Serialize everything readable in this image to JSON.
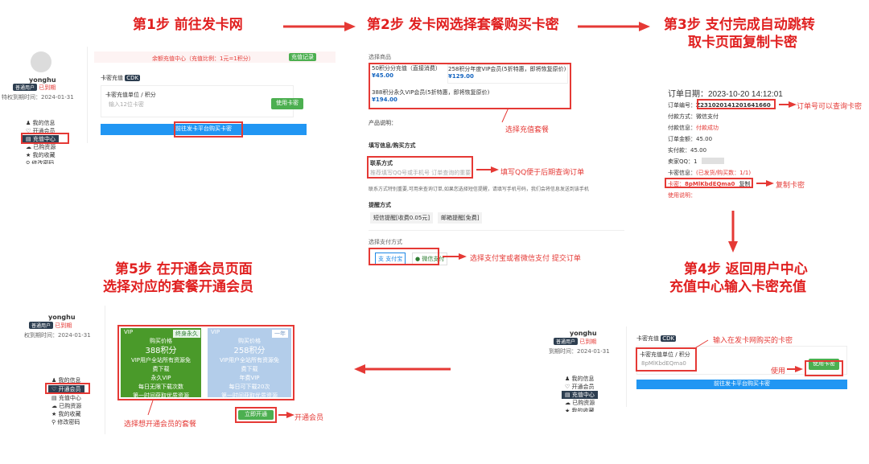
{
  "steps": {
    "s1": "第1步 前往发卡网",
    "s2": "第2步 发卡网选择套餐购买卡密",
    "s3_l1": "第3步 支付完成自动跳转",
    "s3_l2": "取卡页面复制卡密",
    "s4_l1": "第4步 返回用户中心",
    "s4_l2": "充值中心输入卡密充值",
    "s5_l1": "第5步 在开通会员页面",
    "s5_l2": "选择对应的套餐开通会员"
  },
  "colors": {
    "red": "#e53935",
    "green": "#4caf50",
    "blue": "#2196f3",
    "navy": "#2d3e50"
  },
  "user": {
    "name": "yonghu",
    "badge": "普通用户",
    "expired": "已到期",
    "expiry1": "特权到期时间：2024-01-31",
    "expiry5": "权到期时间：2024-01-31",
    "expiry4": "到期时间：2024-01-31"
  },
  "sidebar": {
    "info": "我的信息",
    "vip": "开通会员",
    "recharge": "充值中心",
    "bought": "已购资源",
    "fav": "我的收藏",
    "pwd": "修改密码"
  },
  "panel1": {
    "notice": "余额充值中心（充值比例：1元=1积分）",
    "record": "充值记录",
    "card_title": "卡密充值",
    "cdk": "CDK",
    "unit": "卡密充值单位 / 积分",
    "placeholder": "输入12位卡密",
    "use": "使用卡密",
    "goto": "前往发卡平台购买卡密"
  },
  "panel2": {
    "choose": "选择商品",
    "pkgs": [
      {
        "name": "50积分分充值（直接消费）",
        "price": "¥45.00"
      },
      {
        "name": "258积分年度VIP会员(5折特惠，即将恢复原价)",
        "price": "¥129.00"
      },
      {
        "name": "388积分永久VIP会员(5折特惠，即将恢复原价)",
        "price": "¥194.00"
      }
    ],
    "desc": "产品说明：",
    "fill": "填写信息/购买方式",
    "contact": "联系方式",
    "contact_ph": "推荐填写QQ号或手机号 订单查询的重要",
    "contact_note": "联系方式特别重要,可用来查询订单,如果您选择短信提醒，请填写手机号码，我们会将信息发送到该手机",
    "remind": "提醒方式",
    "remind1": "短信提醒[收费0.05元]",
    "remind2": "邮箱提醒[免费]",
    "pay": "选择支付方式",
    "alipay": "支付宝",
    "wechat": "微信支付"
  },
  "panel3": {
    "date": "订单日期：2023-10-20 14:12:01",
    "order_label": "订单编号：",
    "order_no": "Z231020141201641660",
    "pay_method": "付款方式：微信支付",
    "pay_status_label": "付款信息：",
    "pay_status": "付款成功",
    "amount": "订单金额：45.00",
    "paid": "实付款：45.00",
    "qq": "卖家QQ：1",
    "card_info_label": "卡密信息：",
    "card_info": "(已发货/购买数：1/1)",
    "card_label": "卡密：",
    "card": "8pMlKbdEQma0",
    "copy": "复制",
    "usage": "使用说明："
  },
  "panel4": {
    "card_title": "卡密充值",
    "cdk": "CDK",
    "unit": "卡密充值单位 / 积分",
    "value": "8pMlKbdEQma0",
    "use": "使用卡密",
    "goto": "前往发卡平台购买卡密"
  },
  "panel5": {
    "vip1": {
      "tag": "VIP",
      "badge": "终身永久",
      "label": "购买价格",
      "price": "388积分",
      "l1": "VIP用户全站所有资源免",
      "l2": "费下载",
      "l3": "永久VIP",
      "l4": "每日无限下载次数",
      "l5": "第一时间获取优质资源"
    },
    "vip2": {
      "tag": "VIP",
      "badge": "一年",
      "label": "购买价格",
      "price": "258积分",
      "l1": "VIP用户全站所有资源免",
      "l2": "费下载",
      "l3": "年费VIP",
      "l4": "每日可下载20次",
      "l5": "第一时间获取优质资源"
    },
    "open": "立即开通"
  },
  "annotations": {
    "a_choose": "选择充值套餐",
    "a_qq": "填写QQ便于后期查询订单",
    "a_pay": "选择支付宝或者微信支付 提交订单",
    "a_order": "订单号可以查询卡密",
    "a_copy": "复制卡密",
    "a_input": "输入在发卡网购买的卡密",
    "a_use": "使用",
    "a_pick": "选择想开通会员的套餐",
    "a_open": "开通会员"
  }
}
